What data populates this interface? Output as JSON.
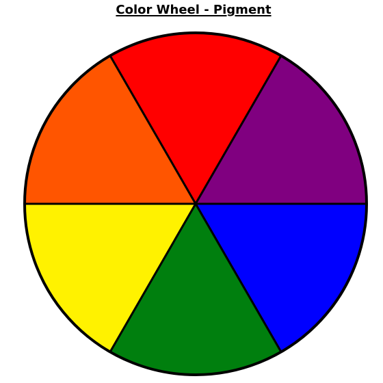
{
  "title": "Color Wheel - Pigment",
  "segments": [
    {
      "name": "red",
      "color": "#FF0000"
    },
    {
      "name": "purple",
      "color": "#800080"
    },
    {
      "name": "blue",
      "color": "#0000FF"
    },
    {
      "name": "green",
      "color": "#007F0E"
    },
    {
      "name": "yellow",
      "color": "#FFF200"
    },
    {
      "name": "orange",
      "color": "#FF5500"
    }
  ]
}
